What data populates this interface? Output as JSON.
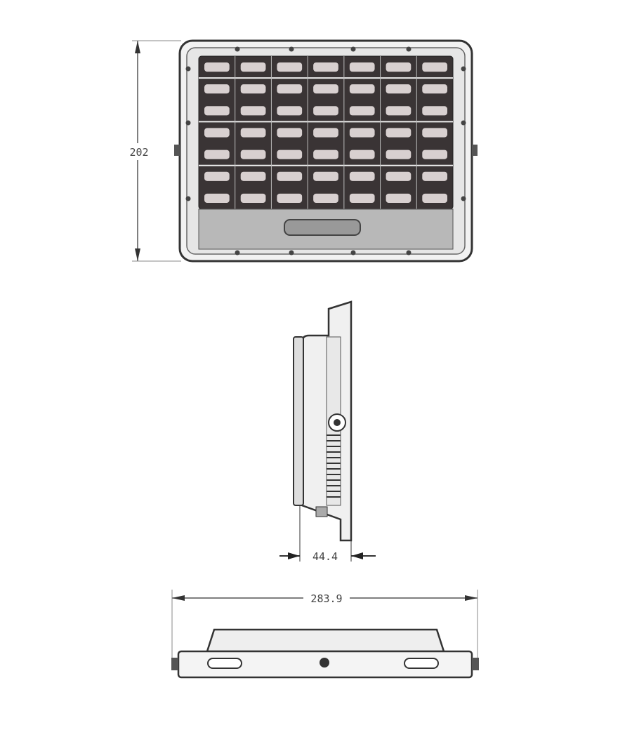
{
  "drawing": {
    "dimensions": {
      "height": "202",
      "depth": "44.4",
      "width": "283.9"
    },
    "colors": {
      "line": "#333333",
      "panel": "#3a3435",
      "logo_panel": "#b8b8b8",
      "frame": "#e6e6e6"
    },
    "led_grid": {
      "columns": 7,
      "rows": 7
    }
  }
}
